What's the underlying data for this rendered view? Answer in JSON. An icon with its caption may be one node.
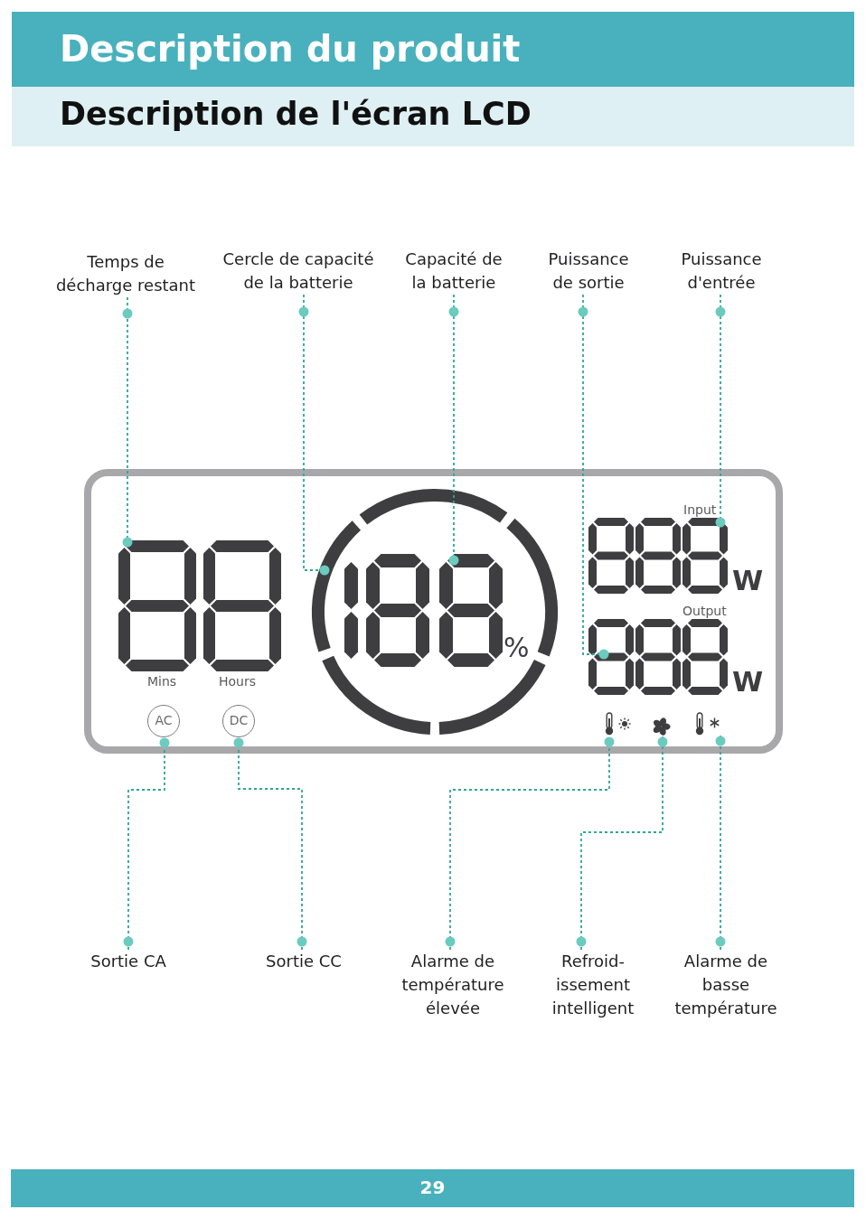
{
  "diagram": {
    "title": "Description du produit",
    "nodes": [
      {
        "text": [
          "Temps de décharge restant"
        ]
      },
      {
        "text": [
          "Cercle de capacité de la batterie"
        ]
      },
      {
        "text": [
          "Capacité de la batterie"
        ]
      },
      {
        "text": [
          "Puissance de sortie"
        ]
      },
      {
        "text": [
          "Puissance d'entrée"
        ]
      },
      {
        "text": [],
        "shape": "box"
      },
      {
        "text": [],
        "shape": "picture",
        "in": 5
      },
      {
        "text": [],
        "shape": "circle",
        "in": 5
      },
      {
        "text": [],
        "shape": "picture",
        "in": 7
      },
      {
        "text": [],
        "shape": "picture",
        "in": 5
      },
      {
        "text": [],
        "shape": "picture",
        "in": 5
      },
      {
        "text": [
          "AC"
        ],
        "in": 5
      },
      {
        "text": [
          "DC"
        ],
        "in": 5
      },
      {
        "text": [],
        "shape": "picture",
        "in": 5
      },
      {
        "text": [],
        "shape": "picture",
        "in": 5
      },
      {
        "text": [],
        "shape": "picture",
        "in": 5
      },
      {
        "text": [
          "Sortie CA"
        ]
      },
      {
        "text": [
          "Sortie CC"
        ]
      },
      {
        "text": [
          "Alarme de température élevée"
        ]
      },
      {
        "text": [
          "Refroid- issement intelligent"
        ]
      },
      {
        "text": [
          "Alarme de basse température"
        ]
      }
    ],
    "edges": [
      {
        "from": 0,
        "to": 6,
        "arrow": "other",
        "style": "dashed"
      },
      {
        "from": 1,
        "to": 7,
        "arrow": "other",
        "style": "dashed"
      },
      {
        "from": 2,
        "to": 8,
        "arrow": "other",
        "style": "dashed"
      },
      {
        "from": 3,
        "to": 10,
        "arrow": "other",
        "style": "dashed"
      },
      {
        "from": 4,
        "to": 9,
        "arrow": "other",
        "style": "dashed"
      },
      {
        "from": 16,
        "to": 11,
        "arrow": "other",
        "style": "dashed"
      },
      {
        "from": 17,
        "to": 12,
        "arrow": "other",
        "style": "dashed"
      },
      {
        "from": 18,
        "to": 13,
        "arrow": "other",
        "style": "dashed"
      },
      {
        "from": 19,
        "to": 14,
        "arrow": "other",
        "style": "dashed"
      },
      {
        "from": 20,
        "to": 15,
        "arrow": "other",
        "style": "dashed"
      }
    ],
    "labels": [
      "Description de l'écran LCD",
      "Input",
      "W",
      "Output",
      "%",
      "Mins",
      "Hours",
      "W",
      "29"
    ]
  }
}
